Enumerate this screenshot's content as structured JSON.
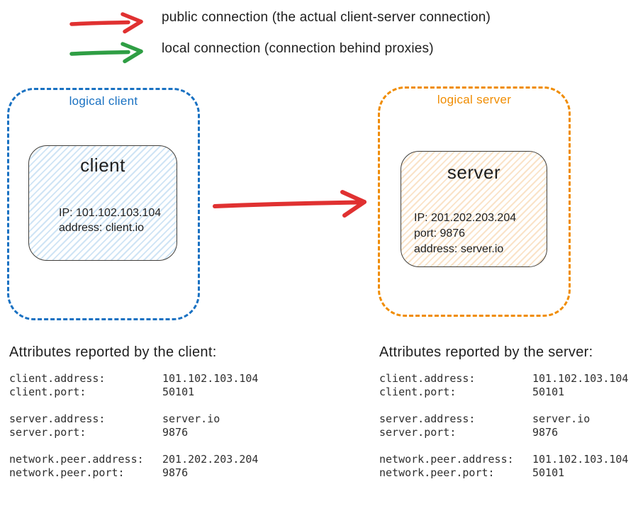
{
  "legend": {
    "items": [
      {
        "icon": "public-connection-arrow",
        "color": "#e03131",
        "label": "public connection (the actual client-server connection)"
      },
      {
        "icon": "local-connection-arrow",
        "color": "#2f9e44",
        "label": "local connection (connection behind proxies)"
      }
    ]
  },
  "diagram": {
    "logical_client": {
      "label": "logical client",
      "color": "#1971c2"
    },
    "client_node": {
      "title": "client",
      "lines": [
        "IP: 101.102.103.104",
        "address: client.io"
      ],
      "fill": "#cfe4f5"
    },
    "connection_arrow": {
      "type": "public connection",
      "color": "#e03131"
    },
    "logical_server": {
      "label": "logical server",
      "color": "#f08c00"
    },
    "server_node": {
      "title": "server",
      "lines": [
        "IP: 201.202.203.204",
        "port: 9876",
        "address: server.io"
      ],
      "fill": "#fae3c8"
    }
  },
  "attributes": {
    "client": {
      "heading": "Attributes reported by the client:",
      "rows": [
        {
          "key": "client.address:",
          "value": "101.102.103.104"
        },
        {
          "key": "client.port:",
          "value": "50101"
        },
        {
          "key": "server.address:",
          "value": "server.io"
        },
        {
          "key": "server.port:",
          "value": "9876"
        },
        {
          "key": "network.peer.address:",
          "value": "201.202.203.204"
        },
        {
          "key": "network.peer.port:",
          "value": "9876"
        }
      ]
    },
    "server": {
      "heading": "Attributes reported by the server:",
      "rows": [
        {
          "key": "client.address:",
          "value": "101.102.103.104"
        },
        {
          "key": "client.port:",
          "value": "50101"
        },
        {
          "key": "server.address:",
          "value": "server.io"
        },
        {
          "key": "server.port:",
          "value": "9876"
        },
        {
          "key": "network.peer.address:",
          "value": "101.102.103.104"
        },
        {
          "key": "network.peer.port:",
          "value": "50101"
        }
      ]
    }
  },
  "colors": {
    "red_arrow": "#e03131",
    "green_arrow": "#2f9e44",
    "blue_dashed": "#1971c2",
    "orange_dashed": "#f08c00",
    "ink": "#1e1e1e"
  }
}
